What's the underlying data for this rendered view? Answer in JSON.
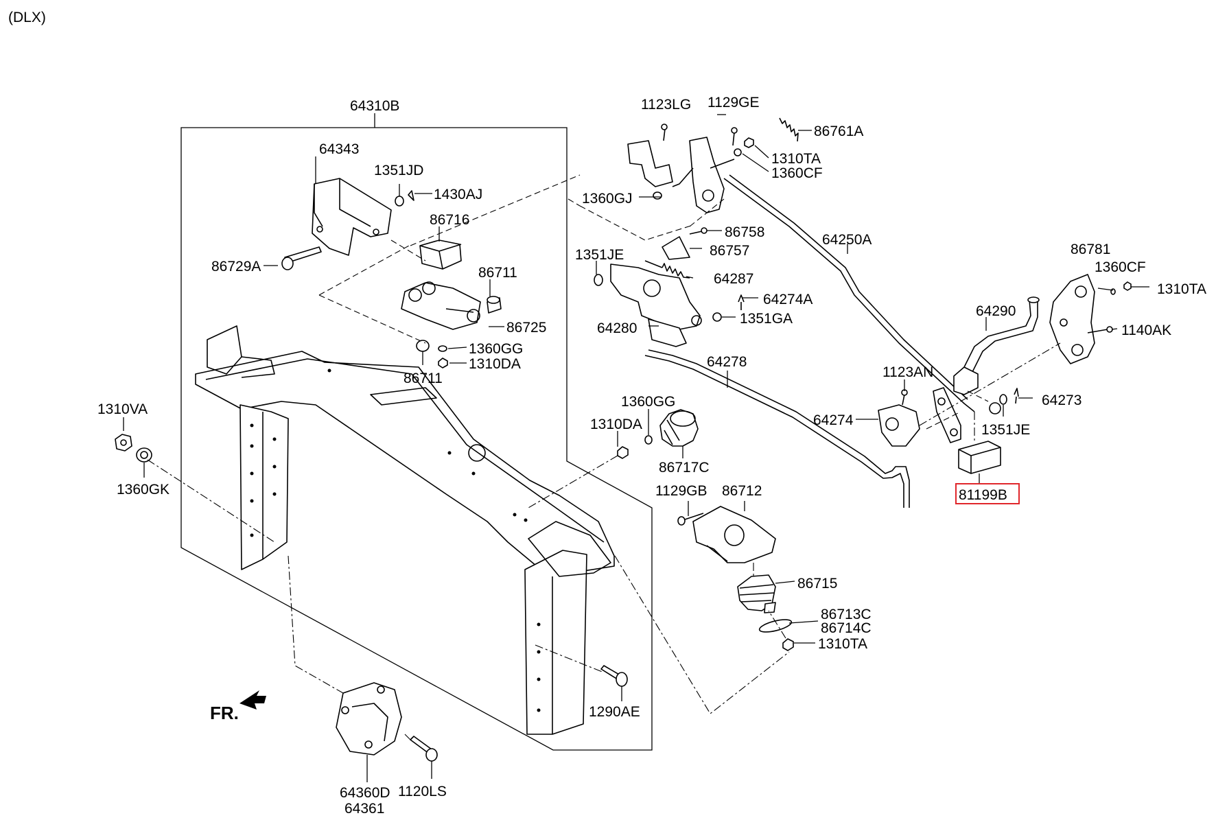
{
  "variant": "(DLX)",
  "front_indicator": "FR.",
  "highlighted_part": "81199B",
  "labels": [
    {
      "id": "64310B",
      "text": "64310B"
    },
    {
      "id": "64343",
      "text": "64343"
    },
    {
      "id": "1351JD",
      "text": "1351JD"
    },
    {
      "id": "1430AJ",
      "text": "1430AJ"
    },
    {
      "id": "86716",
      "text": "86716"
    },
    {
      "id": "86729A",
      "text": "86729A"
    },
    {
      "id": "86711a",
      "text": "86711"
    },
    {
      "id": "86725",
      "text": "86725"
    },
    {
      "id": "1360GGa",
      "text": "1360GG"
    },
    {
      "id": "1310DAa",
      "text": "1310DA"
    },
    {
      "id": "86711b",
      "text": "86711"
    },
    {
      "id": "1310VA",
      "text": "1310VA"
    },
    {
      "id": "1360GK",
      "text": "1360GK"
    },
    {
      "id": "1123LG",
      "text": "1123LG"
    },
    {
      "id": "1129GE",
      "text": "1129GE"
    },
    {
      "id": "86761A",
      "text": "86761A"
    },
    {
      "id": "1310TAa",
      "text": "1310TA"
    },
    {
      "id": "1360CFa",
      "text": "1360CF"
    },
    {
      "id": "1360GJ",
      "text": "1360GJ"
    },
    {
      "id": "86758",
      "text": "86758"
    },
    {
      "id": "86757",
      "text": "86757"
    },
    {
      "id": "64250A",
      "text": "64250A"
    },
    {
      "id": "1351JEa",
      "text": "1351JE"
    },
    {
      "id": "64287",
      "text": "64287"
    },
    {
      "id": "64274A",
      "text": "64274A"
    },
    {
      "id": "1351GA",
      "text": "1351GA"
    },
    {
      "id": "64280",
      "text": "64280"
    },
    {
      "id": "64278",
      "text": "64278"
    },
    {
      "id": "86781",
      "text": "86781"
    },
    {
      "id": "1360CFb",
      "text": "1360CF"
    },
    {
      "id": "1310TAb",
      "text": "1310TA"
    },
    {
      "id": "64290",
      "text": "64290"
    },
    {
      "id": "1140AK",
      "text": "1140AK"
    },
    {
      "id": "1123AN",
      "text": "1123AN"
    },
    {
      "id": "64273",
      "text": "64273"
    },
    {
      "id": "64274",
      "text": "64274"
    },
    {
      "id": "1351JEb",
      "text": "1351JE"
    },
    {
      "id": "1360GGb",
      "text": "1360GG"
    },
    {
      "id": "1310DAb",
      "text": "1310DA"
    },
    {
      "id": "86717C",
      "text": "86717C"
    },
    {
      "id": "81199B",
      "text": "81199B"
    },
    {
      "id": "1129GB",
      "text": "1129GB"
    },
    {
      "id": "86712",
      "text": "86712"
    },
    {
      "id": "86715",
      "text": "86715"
    },
    {
      "id": "86713C",
      "text": "86713C"
    },
    {
      "id": "86714C",
      "text": "86714C"
    },
    {
      "id": "1310TAc",
      "text": "1310TA"
    },
    {
      "id": "1290AE",
      "text": "1290AE"
    },
    {
      "id": "64360D",
      "text": "64360D"
    },
    {
      "id": "64361",
      "text": "64361"
    },
    {
      "id": "1120LS",
      "text": "1120LS"
    }
  ]
}
